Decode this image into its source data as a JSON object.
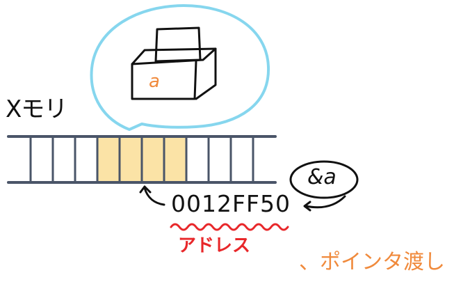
{
  "diagram": {
    "memory_label": "Xモリ",
    "variable_in_box": "a",
    "address_value": "0012FF50",
    "address_caption": "アドレス",
    "address_operator": "&a",
    "footnote": "、ポインタ渡し"
  },
  "memory": {
    "total_cells": 12,
    "highlighted_cells": [
      5,
      6,
      7,
      8
    ]
  },
  "colors": {
    "ink": "#111111",
    "memory_frame": "#4a5568",
    "memory_highlight": "#fbe3a6",
    "bubble": "#86d6ee",
    "variable": "#f08a3c",
    "address_underline": "#e8272a",
    "address_caption": "#e8272a",
    "footnote": "#f08a3c"
  }
}
